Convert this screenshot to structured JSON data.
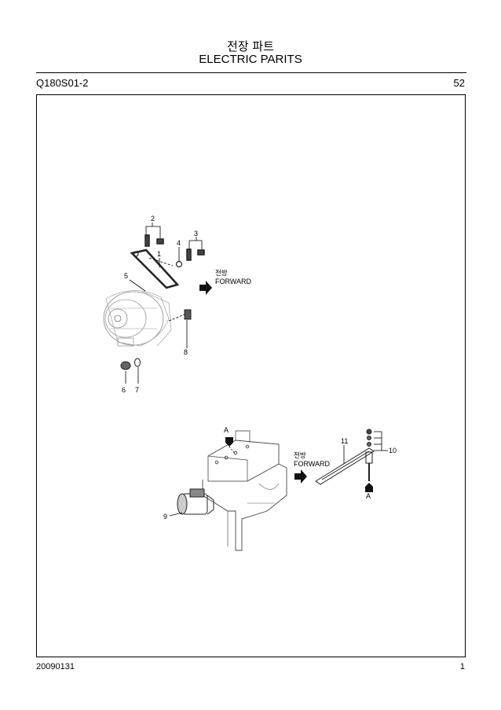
{
  "header": {
    "title_korean": "전장 파트",
    "title_english": "ELECTRIC PARITS",
    "doc_code": "Q180S01-2",
    "page_number": "52"
  },
  "footer": {
    "date": "20090131",
    "sheet": "1"
  },
  "diagram_top": {
    "callouts": [
      "1",
      "2",
      "3",
      "4",
      "5",
      "6",
      "7",
      "8"
    ],
    "direction_korean": "전방",
    "direction_english": "FORWARD"
  },
  "diagram_bottom": {
    "callouts": [
      "9",
      "10",
      "11"
    ],
    "view_marker_top": "A",
    "view_marker_bottom": "A",
    "direction_korean": "전방",
    "direction_english": "FORWARD"
  }
}
